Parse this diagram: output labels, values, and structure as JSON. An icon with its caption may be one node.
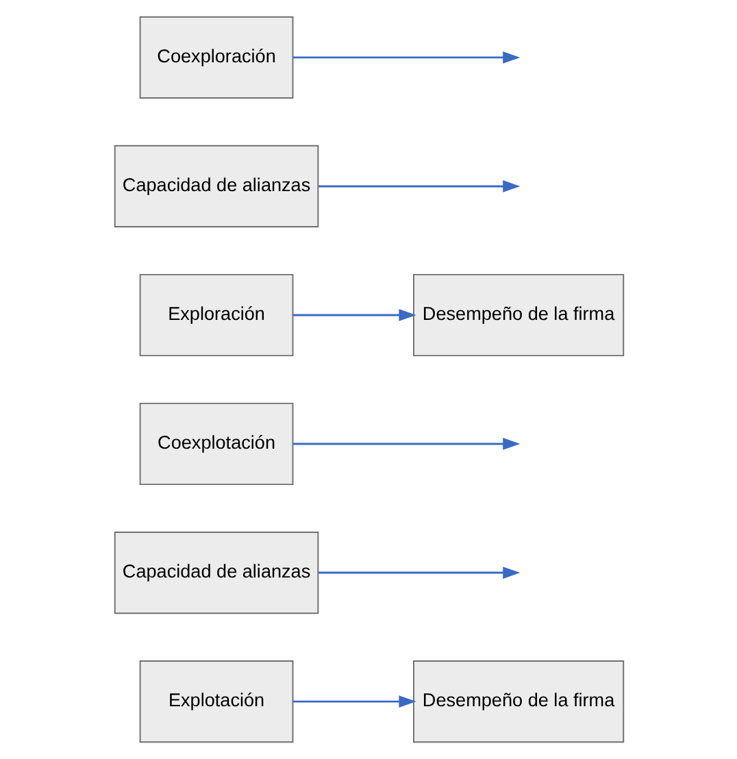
{
  "diagram": {
    "nodes": [
      {
        "text": [
          "Explotación"
        ]
      },
      {
        "text": [
          "Desempeño de la firma"
        ]
      },
      {
        "text": [
          "Capacidad de alianzas"
        ]
      },
      {
        "text": [
          "Coexplotación"
        ]
      },
      {
        "text": [
          "Exploración"
        ]
      },
      {
        "text": [
          "Desempeño de la firma"
        ]
      },
      {
        "text": [
          "Capacidad de alianzas"
        ]
      },
      {
        "text": [
          "Coexploración"
        ]
      }
    ],
    "edges": [
      {
        "from": 0,
        "to": 1,
        "arrow": "to"
      },
      {
        "from": 2,
        "to": null,
        "arrow": "to"
      },
      {
        "from": 3,
        "to": null,
        "arrow": "to"
      },
      {
        "from": 4,
        "to": 5,
        "arrow": "to"
      },
      {
        "from": 6,
        "to": null,
        "arrow": "to"
      },
      {
        "from": 7,
        "to": null,
        "arrow": "to"
      }
    ]
  }
}
